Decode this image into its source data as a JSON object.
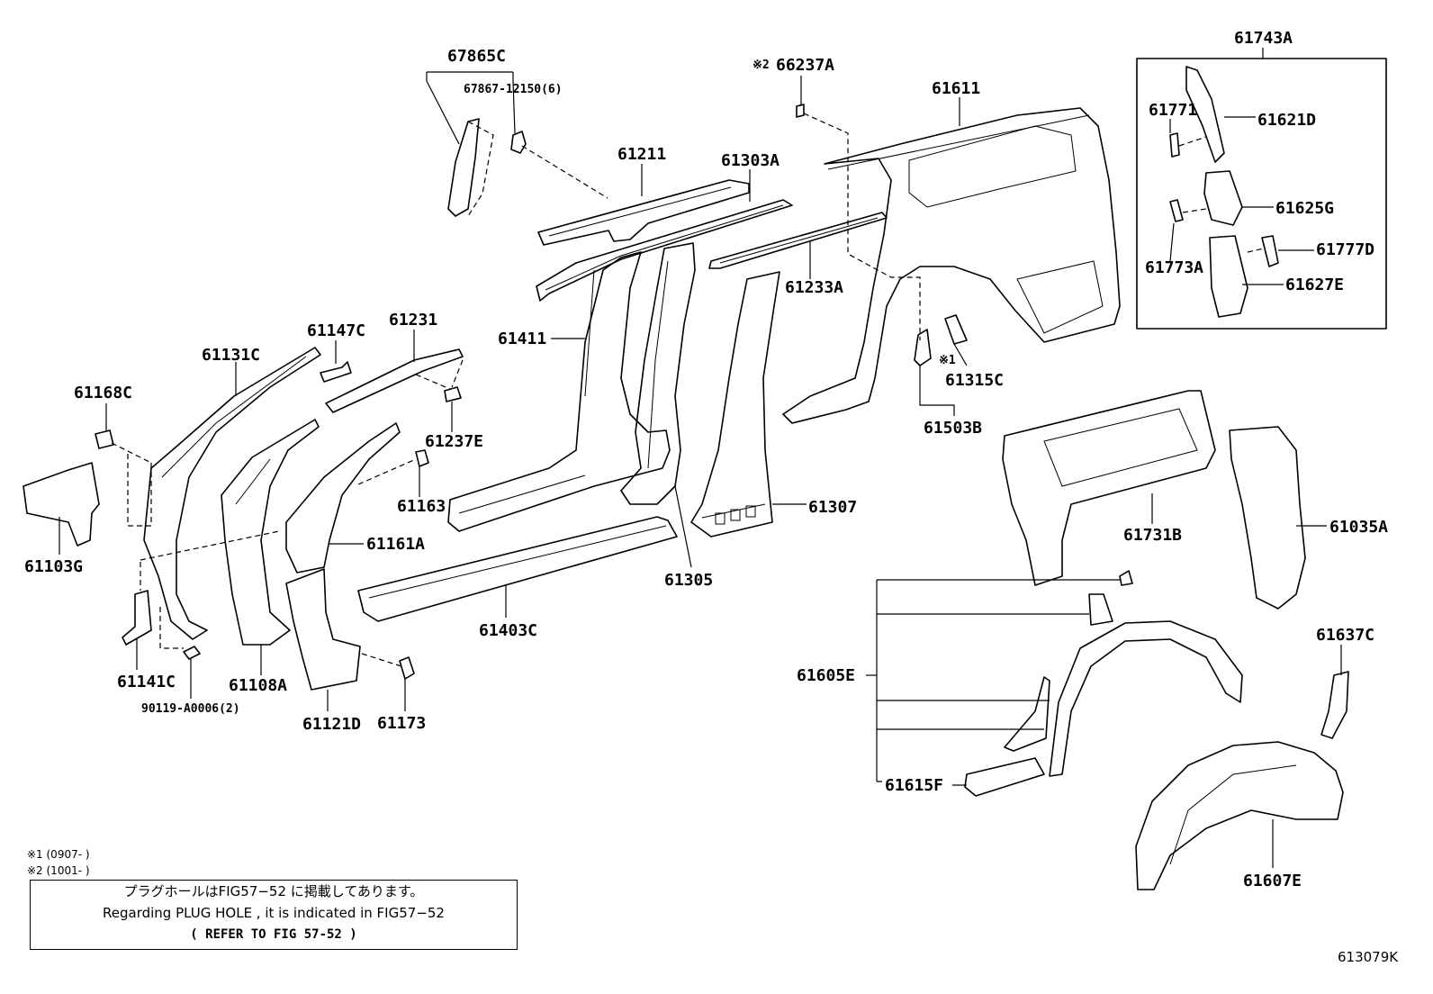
{
  "labels": {
    "p67865C": "67865C",
    "p67867": "67867-12150(6)",
    "p66237A": "66237A",
    "p61611": "61611",
    "p61743A": "61743A",
    "p61771": "61771",
    "p61621D": "61621D",
    "p61625G": "61625G",
    "p61777D": "61777D",
    "p61773A": "61773A",
    "p61627E": "61627E",
    "p61211": "61211",
    "p61303A": "61303A",
    "p61233A": "61233A",
    "p61411": "61411",
    "p61147C": "61147C",
    "p61231": "61231",
    "p61131C": "61131C",
    "p61168C": "61168C",
    "p61237E": "61237E",
    "p61163": "61163",
    "p61161A": "61161A",
    "p61103G": "61103G",
    "p61307": "61307",
    "p61305": "61305",
    "p61403C": "61403C",
    "p61315C": "61315C",
    "p61503B": "61503B",
    "p61731B": "61731B",
    "p61035A": "61035A",
    "p61141C": "61141C",
    "p61108A": "61108A",
    "p90119": "90119-A0006(2)",
    "p61121D": "61121D",
    "p61173": "61173",
    "p61605E": "61605E",
    "p61615F": "61615F",
    "p61637C": "61637C",
    "p61607E": "61607E"
  },
  "marks": {
    "mark1": "※1",
    "mark2": "※2"
  },
  "notes": {
    "note1": "※1 (0907-     )",
    "note2": "※2 (1001-     )",
    "box_jp": "プラグホールはFIG57−52 に掲載してあります。",
    "box_en": "Regarding PLUG HOLE , it is indicated in FIG57−52",
    "box_ref": "( REFER TO FIG 57-52 )"
  },
  "figure_id": "613079K"
}
